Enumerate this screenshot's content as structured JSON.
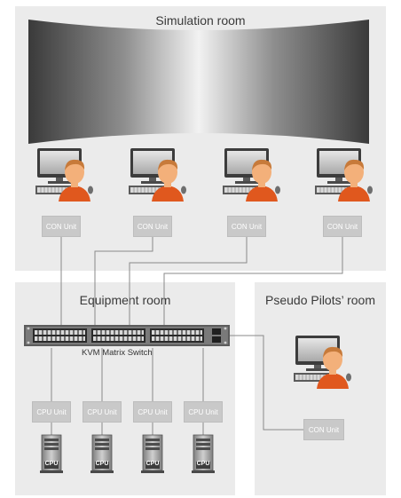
{
  "rooms": {
    "simulation": {
      "title": "Simulation room"
    },
    "equipment": {
      "title": "Equipment room"
    },
    "pseudo": {
      "title": "Pseudo Pilots’ room"
    }
  },
  "switch": {
    "label": "KVM Matrix Switch"
  },
  "con_units": [
    "CON Unit",
    "CON Unit",
    "CON Unit",
    "CON Unit"
  ],
  "pilot_con_unit": "CON Unit",
  "cpu_units": [
    "CPU Unit",
    "CPU Unit",
    "CPU Unit",
    "CPU Unit"
  ],
  "cpu_towers": [
    "CPU",
    "CPU",
    "CPU",
    "CPU"
  ],
  "colors": {
    "room_bg": "#ebebeb",
    "box_bg": "#c9c9c9",
    "line": "#8a8a8a",
    "person_shirt": "#e0581e",
    "person_face": "#f3b07a",
    "hair": "#c77a3a"
  }
}
